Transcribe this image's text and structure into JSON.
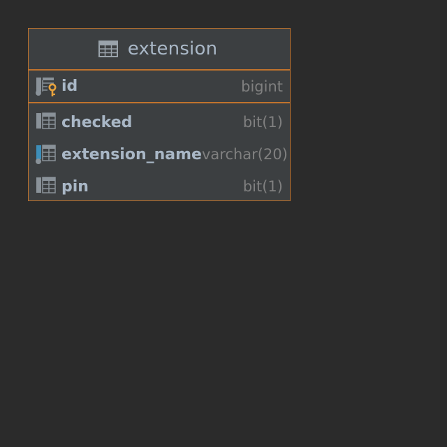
{
  "table": {
    "name": "extension",
    "columns": [
      {
        "name": "id",
        "type": "bigint",
        "primary_key": true,
        "icon": "primary-key-column-icon"
      },
      {
        "name": "checked",
        "type": "bit(1)",
        "primary_key": false,
        "icon": "column-icon"
      },
      {
        "name": "extension_name",
        "type": "varchar(20)",
        "primary_key": false,
        "icon": "indexed-column-icon"
      },
      {
        "name": "pin",
        "type": "bit(1)",
        "primary_key": false,
        "icon": "column-icon"
      }
    ]
  },
  "colors": {
    "background": "#2b2b2b",
    "table_fill": "#3c3f41",
    "border_accent": "#c0732d",
    "name_text": "#a9b7c6",
    "type_text": "#808080",
    "key_icon": "#e8a33d",
    "index_marker": "#3d8eb9"
  }
}
